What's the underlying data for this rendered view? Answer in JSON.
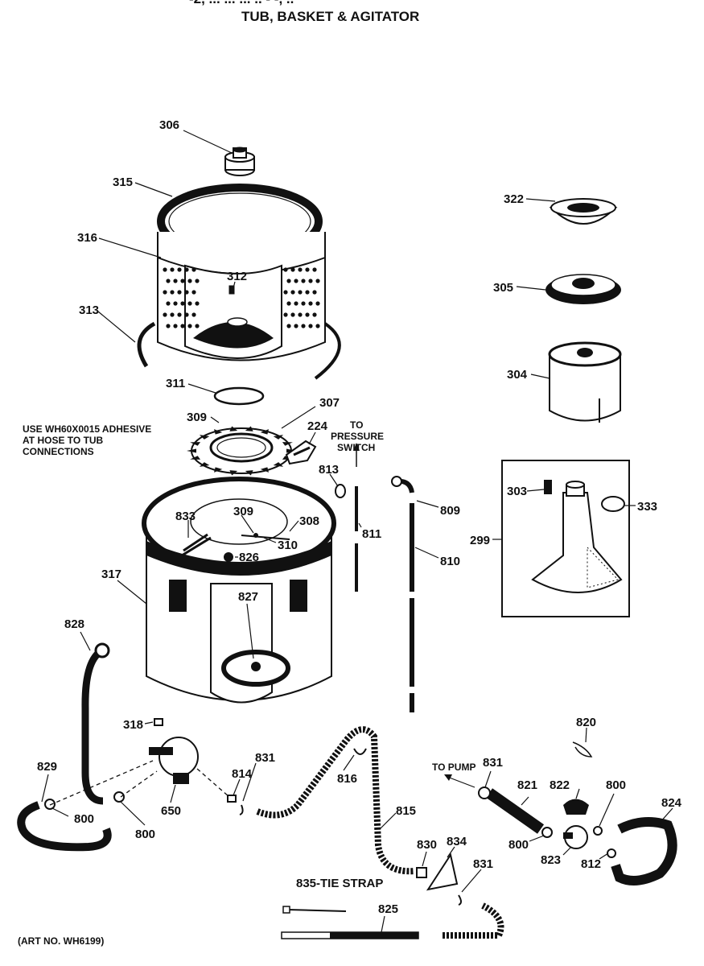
{
  "header": {
    "title_partial": "-2, ... ... ... .. - -, ..",
    "title": "TUB, BASKET & AGITATOR"
  },
  "notes": {
    "adhesive_line1": "USE WH60X0015 ADHESIVE",
    "adhesive_line2": "AT HOSE TO TUB",
    "adhesive_line3": "CONNECTIONS",
    "pressure_line1": "TO",
    "pressure_line2": "PRESSURE",
    "pressure_line3": "SWITCH",
    "to_pump": "TO PUMP",
    "tie_strap": "835-TIE STRAP",
    "art_no": "(ART NO. WH6199)"
  },
  "parts": {
    "p306": "306",
    "p315": "315",
    "p316": "316",
    "p312": "312",
    "p313": "313",
    "p311": "311",
    "p309a": "309",
    "p307": "307",
    "p224": "224",
    "p813": "813",
    "p833": "833",
    "p309b": "309",
    "p308": "308",
    "p310": "310",
    "p826": "826",
    "p317": "317",
    "p827": "827",
    "p811": "811",
    "p809": "809",
    "p810": "810",
    "p322": "322",
    "p305": "305",
    "p304": "304",
    "p303": "303",
    "p333": "333",
    "p299": "299",
    "p828": "828",
    "p318": "318",
    "p829": "829",
    "p800a": "800",
    "p800b": "800",
    "p650": "650",
    "p814": "814",
    "p831a": "831",
    "p816": "816",
    "p815": "815",
    "p830": "830",
    "p834": "834",
    "p831b": "831",
    "p825": "825",
    "p820": "820",
    "p831c": "831",
    "p821": "821",
    "p822": "822",
    "p800c": "800",
    "p824": "824",
    "p800d": "800",
    "p823": "823",
    "p812": "812"
  }
}
